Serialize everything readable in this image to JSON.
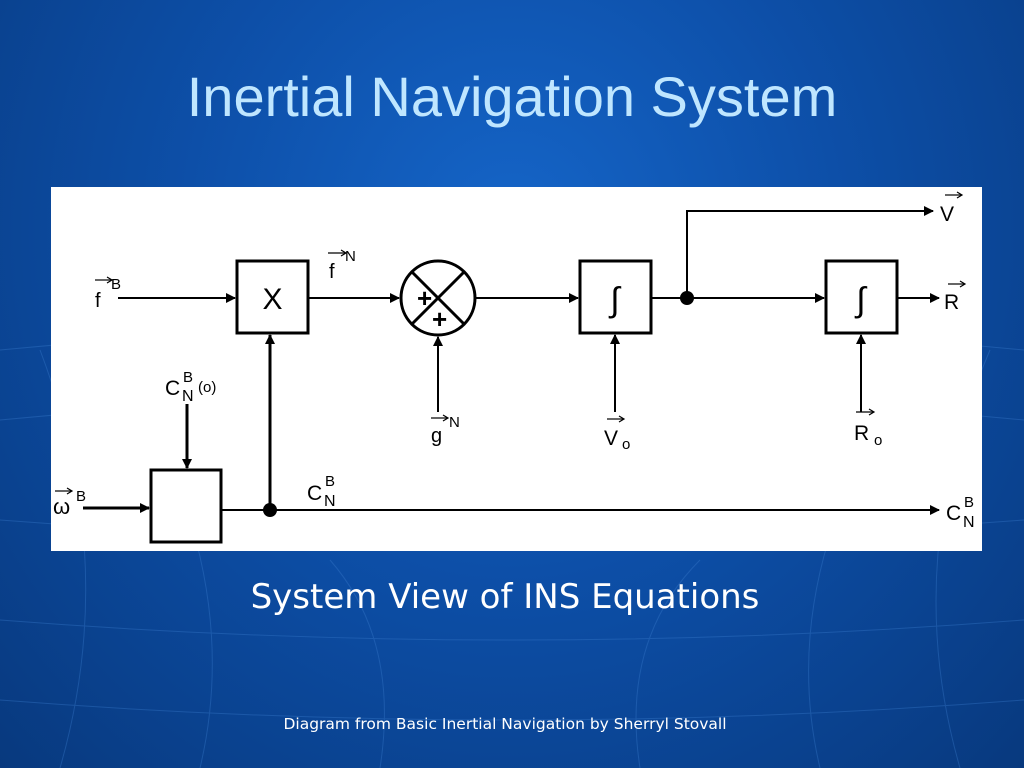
{
  "slide": {
    "title": "Inertial Navigation System",
    "caption": "System View of INS Equations",
    "credit": "Diagram from Basic Inertial Navigation by Sherryl Stovall"
  },
  "diagram": {
    "multiplier_symbol": "X",
    "summer_plus_top": "+",
    "summer_plus_bottom": "+",
    "integral_symbol": "∫",
    "labels": {
      "f": "f",
      "f_sup": "B",
      "fn": "f",
      "fn_sup": "N",
      "g": "g",
      "g_sup": "N",
      "cn0_base": "C",
      "cn0_sub": "N",
      "cn0_sup": "B",
      "cn0_extra": "(o)",
      "omega": "ω",
      "omega_sup": "B",
      "cn_mid_base": "C",
      "cn_mid_sub": "N",
      "cn_mid_sup": "B",
      "vo": "V",
      "vo_sub": "o",
      "ro": "R",
      "ro_sub": "o",
      "v_out": "V",
      "r_out": "R",
      "cn_out_base": "C",
      "cn_out_sub": "N",
      "cn_out_sup": "B"
    },
    "colors": {
      "ink": "#000000",
      "panel": "#ffffff"
    }
  }
}
